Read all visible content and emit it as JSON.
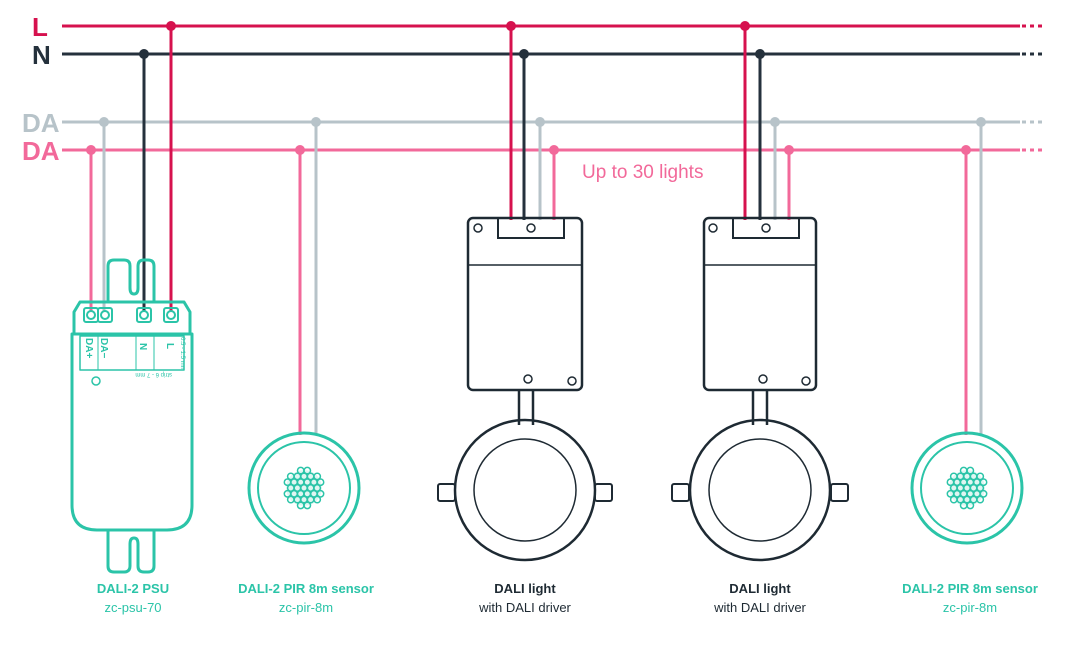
{
  "colors": {
    "live": "#d6114e",
    "neutral": "#25313c",
    "da_grey": "#b7c3c9",
    "da_pink": "#f2699a",
    "device": "#2bc4a8",
    "driver": "#1e2a33"
  },
  "buses": {
    "live_label": "L",
    "neutral_label": "N",
    "da_grey_label": "DA",
    "da_pink_label": "DA"
  },
  "note": "Up to 30 lights",
  "psu": {
    "terminal_da_plus": "DA+",
    "terminal_da_minus": "DA−",
    "terminal_n": "N",
    "terminal_l": "L",
    "wire_spec": "0.5 - 1.5 mm",
    "strip_spec": "strip 6 - 7 mm"
  },
  "captions": [
    {
      "title": "DALI-2 PSU",
      "subtitle": "zc-psu-70"
    },
    {
      "title": "DALI-2 PIR 8m sensor",
      "subtitle": "zc-pir-8m"
    },
    {
      "title": "DALI light",
      "subtitle": "with DALI driver"
    },
    {
      "title": "DALI light",
      "subtitle": "with DALI driver"
    },
    {
      "title": "DALI-2 PIR 8m sensor",
      "subtitle": "zc-pir-8m"
    }
  ]
}
